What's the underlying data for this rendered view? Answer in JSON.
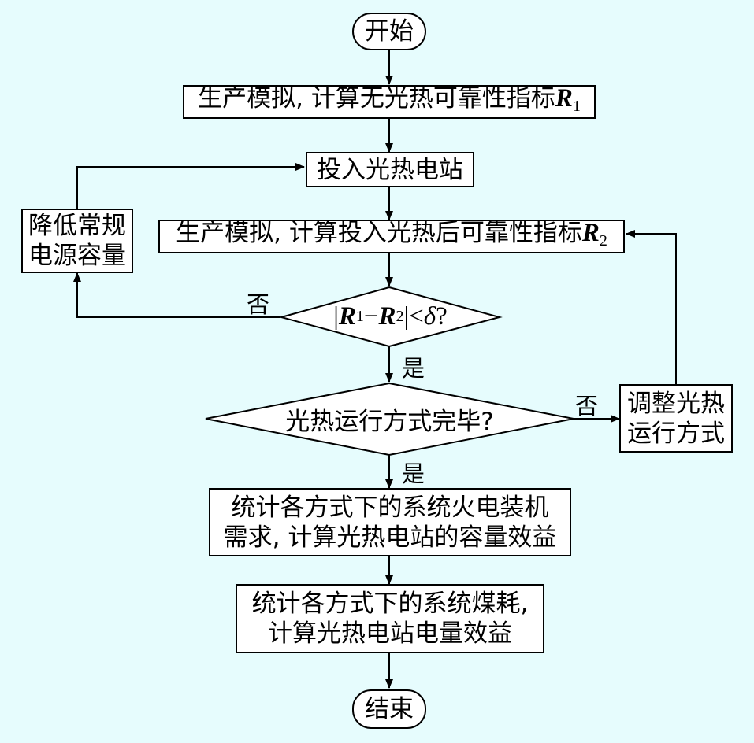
{
  "flowchart": {
    "start": "开始",
    "step1": {
      "text": "生产模拟, 计算无光热可靠性指标",
      "var": "R",
      "sub": "1"
    },
    "step2": "投入光热电站",
    "step3": {
      "text": "生产模拟, 计算投入光热后可靠性指标",
      "var": "R",
      "sub": "2"
    },
    "side_left": [
      "降低常规",
      "电源容量"
    ],
    "decision1": {
      "abs_open": "|",
      "r1": "R",
      "s1": "1",
      "minus": "−",
      "r2": "R",
      "s2": "2",
      "abs_close": "|",
      "lt": "<",
      "delta": "δ",
      "q": "?"
    },
    "decision2": "光热运行方式完毕?",
    "side_right": [
      "调整光热",
      "运行方式"
    ],
    "step4": [
      "统计各方式下的系统火电装机",
      "需求, 计算光热电站的容量效益"
    ],
    "step5": [
      "统计各方式下的系统煤耗,",
      "计算光热电站电量效益"
    ],
    "end": "结束",
    "labels": {
      "no1": "否",
      "yes1": "是",
      "no2": "否",
      "yes2": "是"
    }
  }
}
